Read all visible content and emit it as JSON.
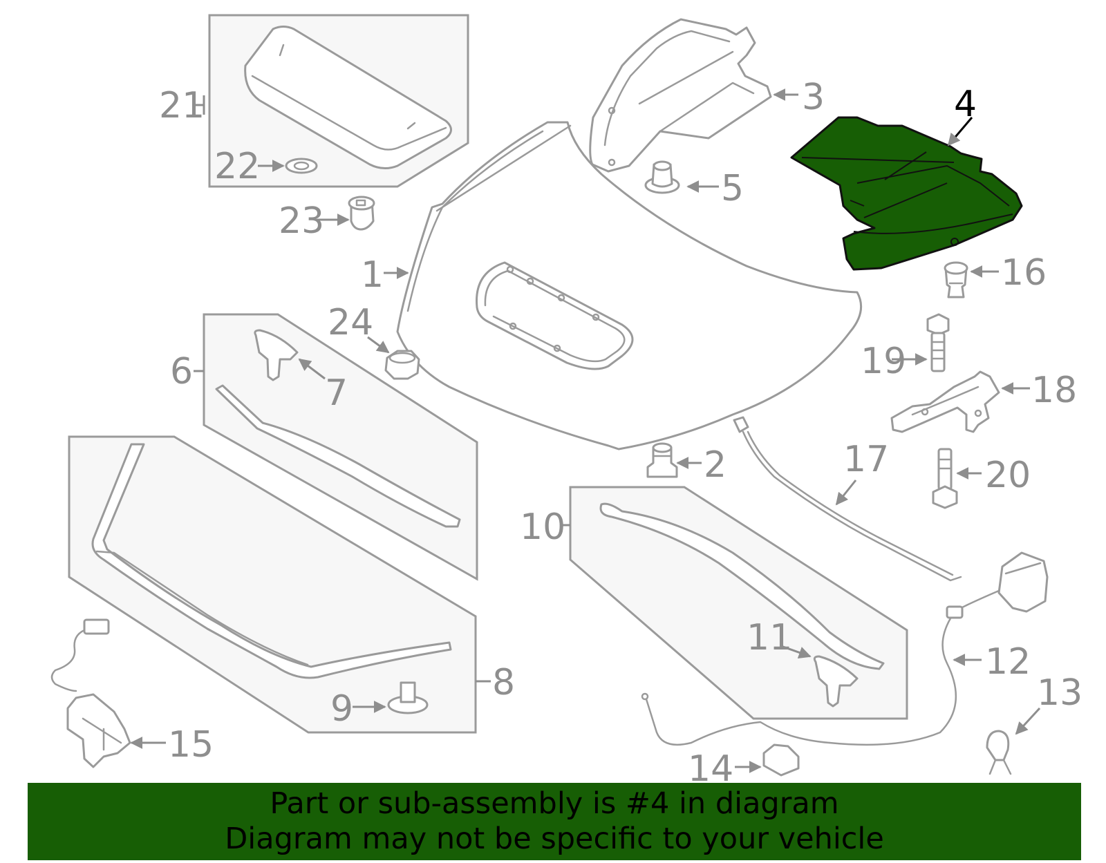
{
  "colors": {
    "highlight": "#175e05",
    "part_stroke": "#9a9a9a",
    "label_gray": "#8e8e8e",
    "label_highlight": "#000000",
    "banner_bg": "#175e05"
  },
  "highlighted_part": "4",
  "callouts": [
    "1",
    "2",
    "3",
    "4",
    "5",
    "6",
    "7",
    "8",
    "9",
    "10",
    "11",
    "12",
    "13",
    "14",
    "15",
    "16",
    "17",
    "18",
    "19",
    "20",
    "21",
    "22",
    "23",
    "24"
  ],
  "banner": {
    "line1": "Part or sub-assembly is #4 in diagram",
    "line2": "Diagram may not be specific to your vehicle"
  }
}
